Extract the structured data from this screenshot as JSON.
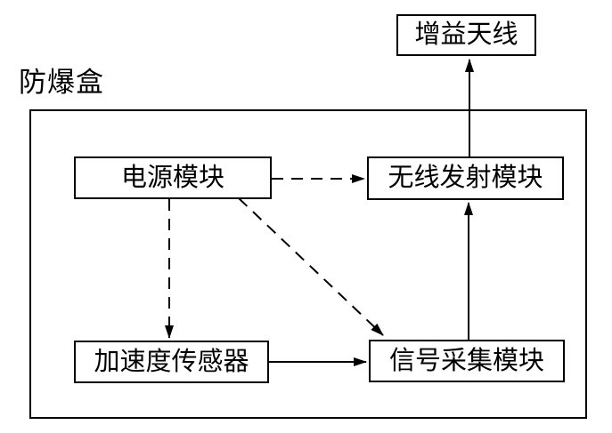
{
  "figure": {
    "container_label": "防爆盒",
    "nodes": {
      "antenna": {
        "label": "增益天线"
      },
      "power": {
        "label": "电源模块"
      },
      "transmitter": {
        "label": "无线发射模块"
      },
      "accelerometer": {
        "label": "加速度传感器"
      },
      "acquisition": {
        "label": "信号采集模块"
      }
    },
    "edges": [
      {
        "from": "电源模块",
        "to": "无线发射模块",
        "style": "dashed"
      },
      {
        "from": "电源模块",
        "to": "加速度传感器",
        "style": "dashed"
      },
      {
        "from": "电源模块",
        "to": "信号采集模块",
        "style": "dashed"
      },
      {
        "from": "加速度传感器",
        "to": "信号采集模块",
        "style": "solid"
      },
      {
        "from": "信号采集模块",
        "to": "无线发射模块",
        "style": "solid"
      },
      {
        "from": "无线发射模块",
        "to": "增益天线",
        "style": "solid"
      }
    ],
    "colors": {
      "line": "#000000",
      "background": "#ffffff"
    }
  }
}
